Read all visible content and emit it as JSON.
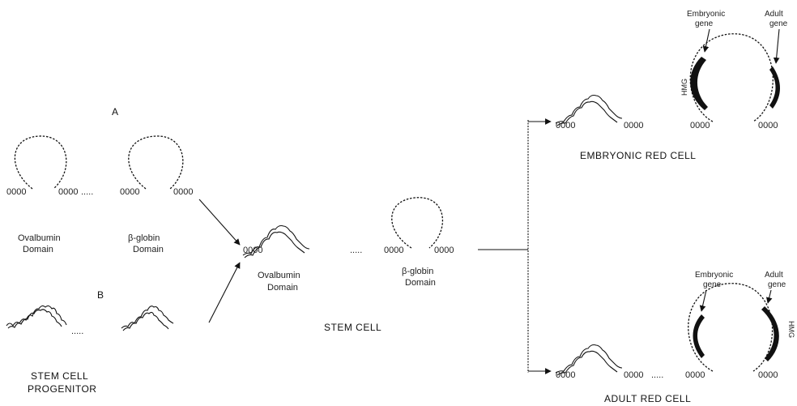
{
  "labels": {
    "A": "A",
    "B": "B",
    "ovalbumin_domain_left": [
      "Ovalbumin",
      "Domain"
    ],
    "beta_globin_domain_left": [
      "β-globin",
      "Domain"
    ],
    "ovalbumin_domain_center": [
      "Ovalbumin",
      "Domain"
    ],
    "beta_globin_domain_center": [
      "β-globin",
      "Domain"
    ],
    "stem_cell": "STEM CELL",
    "stem_cell_progenitor": [
      "STEM CELL",
      "PROGENITOR"
    ],
    "embryonic_red_cell": "EMBRYONIC RED CELL",
    "adult_red_cell": "ADULT RED CELL",
    "embryonic_gene_top": [
      "Embryonic",
      "gene"
    ],
    "adult_gene_top": [
      "Adult",
      "gene"
    ],
    "embryonic_gene_bottom": [
      "Embryonic",
      "gene"
    ],
    "adult_gene_bottom": [
      "Adult",
      "gene"
    ],
    "hmg_top": "HMG",
    "hmg_bottom": "HMG"
  },
  "dna_marks": {
    "bead": "0000",
    "ellipsis": "....."
  }
}
